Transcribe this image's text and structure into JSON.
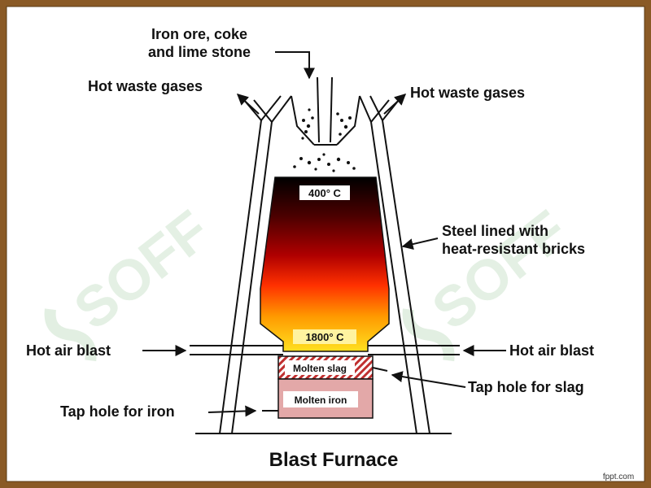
{
  "title": "Blast Furnace",
  "labels": {
    "input": [
      "Iron ore, coke",
      "and lime stone"
    ],
    "waste_left": "Hot waste gases",
    "waste_right": "Hot waste gases",
    "lining": [
      "Steel lined with",
      "heat-resistant bricks"
    ],
    "air_left": "Hot air blast",
    "air_right": "Hot air blast",
    "slag_tap": "Tap hole for slag",
    "iron_tap": "Tap hole for iron"
  },
  "zones": {
    "top_temp": "400° C",
    "bottom_temp": "1800° C",
    "slag": "Molten slag",
    "iron": "Molten iron"
  },
  "watermark": "SOFF",
  "credit": "fppt.com",
  "colors": {
    "frame": "#8a5a26",
    "page": "#ffffff",
    "hot": "#ffd21a",
    "cool": "#000000",
    "iron_pool": "#e3a8a8",
    "watermark": "#cfe5cf"
  }
}
